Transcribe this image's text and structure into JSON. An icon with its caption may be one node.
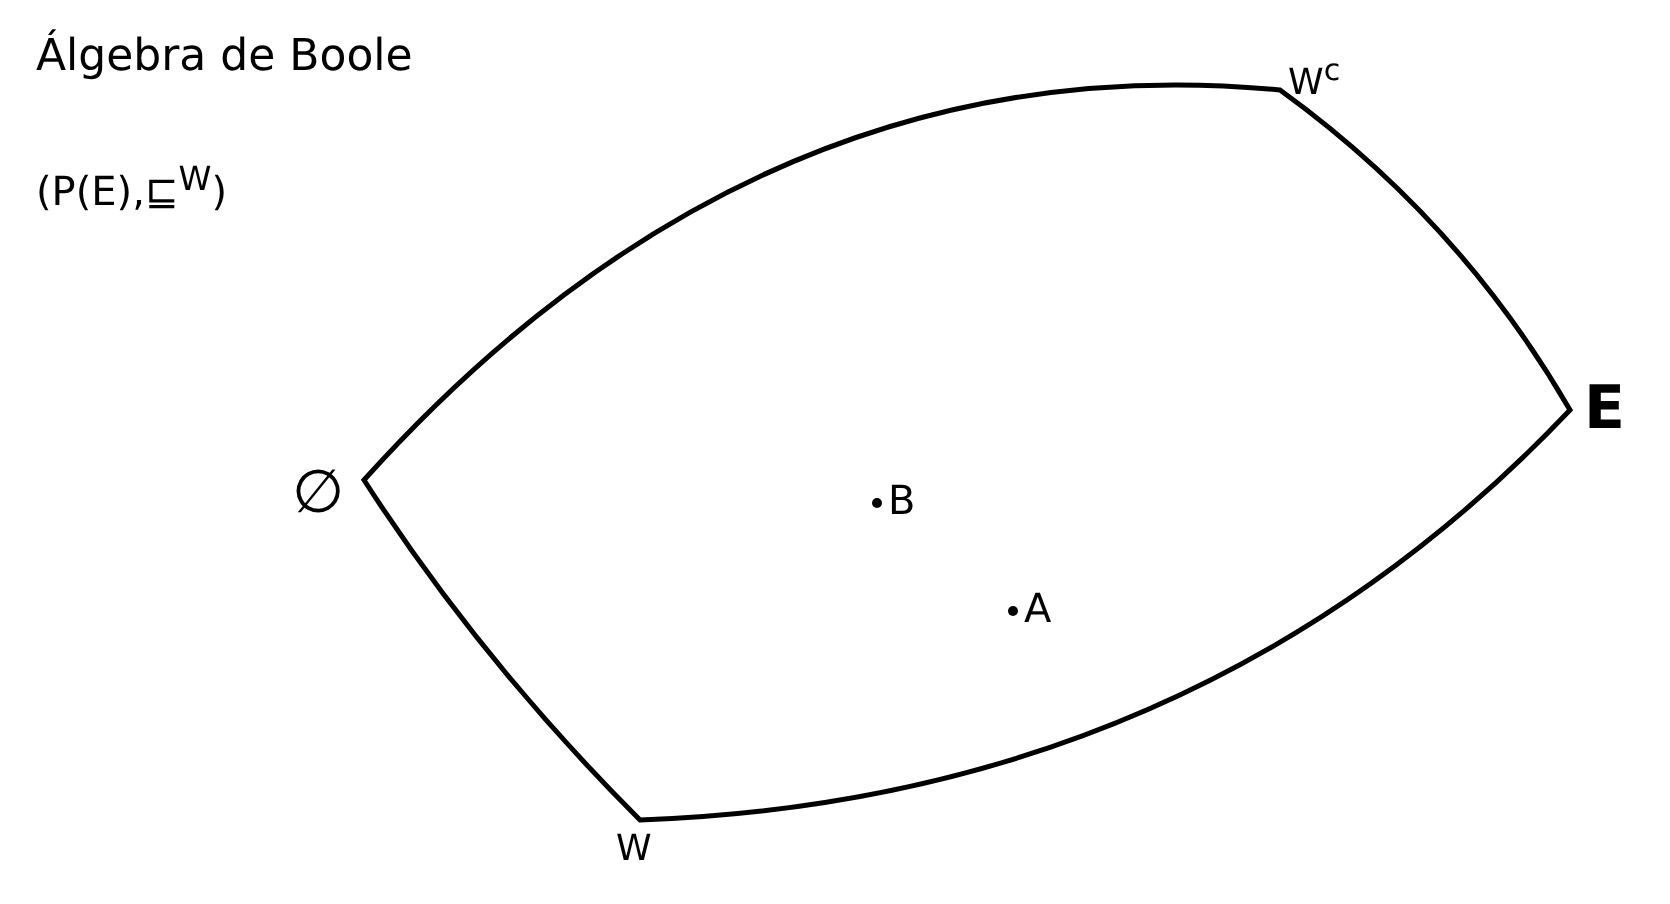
{
  "diagram": {
    "title": "Álgebra de Boole",
    "labels": [
      "(P(E),⊑$^{W}$)",
      "W$^{c}$",
      "E",
      "∅",
      "W",
      "B",
      "A"
    ]
  }
}
